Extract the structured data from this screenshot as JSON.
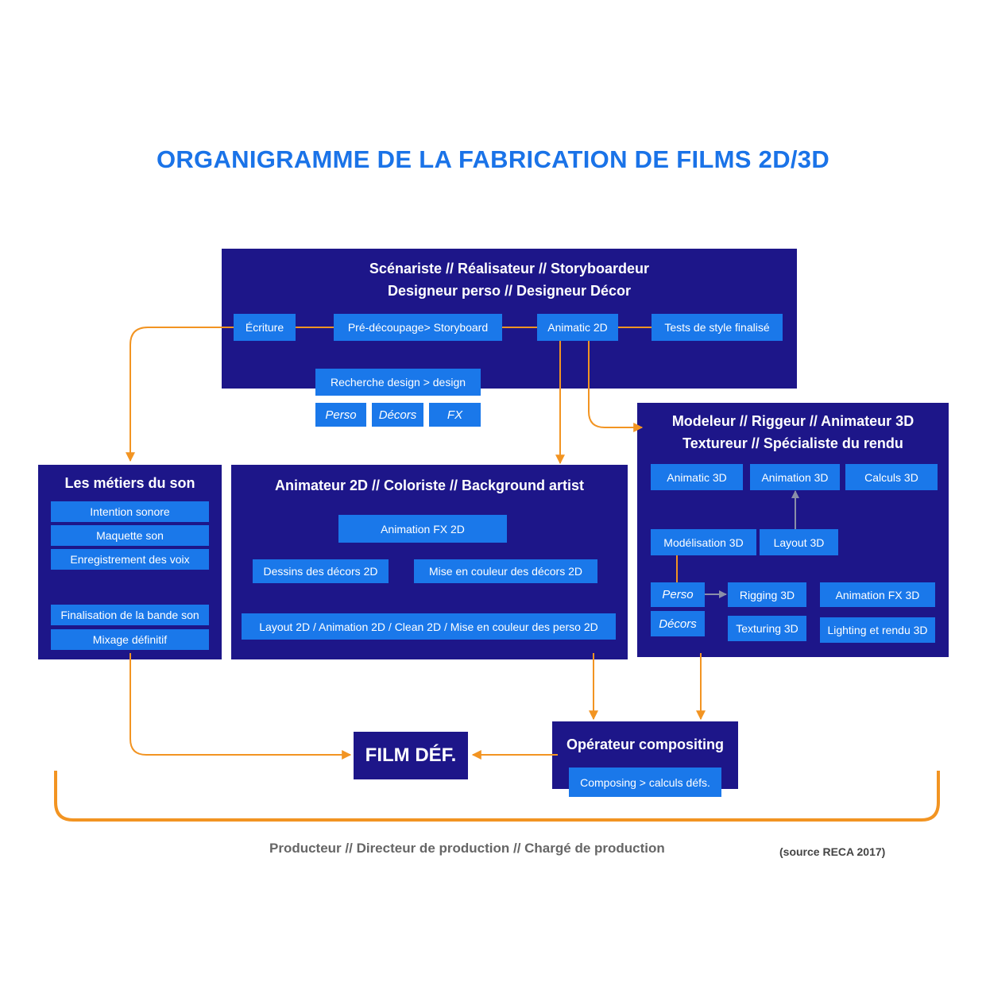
{
  "title": "ORGANIGRAMME DE LA FABRICATION DE FILMS 2D/3D",
  "top_panel": {
    "title_line1": "Scénariste // Réalisateur // Storyboardeur",
    "title_line2": "Designeur perso // Designeur Décor",
    "ecriture": "Écriture",
    "predecoupage": "Pré-découpage> Storyboard",
    "animatic2d": "Animatic 2D",
    "tests_style": "Tests de style finalisé",
    "recherche_design": "Recherche design > design",
    "perso": "Perso",
    "decors": "Décors",
    "fx": "FX"
  },
  "son_panel": {
    "title": "Les métiers du son",
    "items": [
      "Intention sonore",
      "Maquette son",
      "Enregistrement des voix",
      "Finalisation de la bande son",
      "Mixage définitif"
    ]
  },
  "anim2d_panel": {
    "title": "Animateur 2D // Coloriste // Background artist",
    "animation_fx_2d": "Animation FX 2D",
    "dessins_decors": "Dessins des décors 2D",
    "mise_couleur_decors": "Mise en couleur des décors 2D",
    "layout_2d": "Layout 2D / Animation 2D / Clean 2D / Mise en couleur des perso 2D"
  },
  "panel3d": {
    "title_line1": "Modeleur // Riggeur // Animateur 3D",
    "title_line2": "Textureur // Spécialiste du rendu",
    "animatic3d": "Animatic 3D",
    "animation3d": "Animation 3D",
    "calculs3d": "Calculs 3D",
    "modelisation3d": "Modélisation 3D",
    "layout3d": "Layout 3D",
    "perso": "Perso",
    "decors": "Décors",
    "rigging3d": "Rigging 3D",
    "texturing3d": "Texturing 3D",
    "animation_fx_3d": "Animation FX 3D",
    "lighting": "Lighting et rendu 3D"
  },
  "compositing": {
    "title": "Opérateur compositing",
    "composing": "Composing > calculs défs."
  },
  "film": "FILM DÉF.",
  "production": "Producteur // Directeur de production // Chargé de production",
  "source": "(source RECA 2017)",
  "colors": {
    "panel": "#1d1689",
    "box": "#1a78ea",
    "title": "#1a73e8",
    "arrow": "#f29422",
    "internal_arrow": "#8a8fa8"
  }
}
